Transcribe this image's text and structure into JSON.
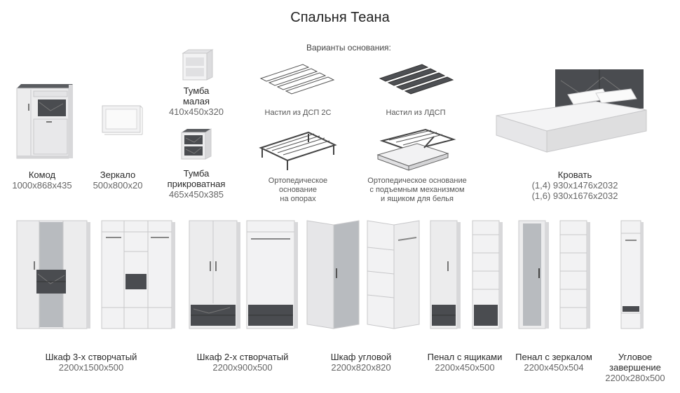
{
  "title": "Спальня Теана",
  "base_variants_heading": "Варианты основания:",
  "top_items": [
    {
      "name": "Комод",
      "dims": "1000x868x435"
    },
    {
      "name": "Зеркало",
      "dims": "500x800x20"
    },
    {
      "name": "Тумба малая",
      "name_l1": "Тумба",
      "name_l2": "малая",
      "dims": "410x450x320"
    },
    {
      "name": "Тумба прикроватная",
      "name_l1": "Тумба",
      "name_l2": "прикроватная",
      "dims": "465x450x385"
    },
    {
      "name": "Кровать",
      "dims_1": "(1,4) 930x1476x2032",
      "dims_2": "(1,6) 930x1676x2032"
    }
  ],
  "bases": [
    {
      "label": "Настил из ДСП 2С"
    },
    {
      "label": "Настил из ЛДСП"
    },
    {
      "l1": "Ортопедическое",
      "l2": "основание",
      "l3": "на опорах"
    },
    {
      "l1": "Ортопедическое основание",
      "l2": "с подъемным механизмом",
      "l3": "и ящиком для белья"
    }
  ],
  "bottom_items": [
    {
      "name": "Шкаф 3-х створчатый",
      "dims": "2200x1500x500"
    },
    {
      "name": "Шкаф 2-х створчатый",
      "dims": "2200x900x500"
    },
    {
      "name": "Шкаф угловой",
      "dims": "2200x820x820"
    },
    {
      "name": "Пенал с ящиками",
      "dims": "2200x450x500"
    },
    {
      "name": "Пенал с зеркалом",
      "dims": "2200x450x504"
    },
    {
      "name": "Угловое завершение",
      "name_l1": "Угловое",
      "name_l2": "завершение",
      "dims": "2200x280x500"
    }
  ],
  "colors": {
    "board": "#e9e9ea",
    "edge": "#c9c9cb",
    "stone": "#4a4c50",
    "mirror": "#b8bbbf",
    "line": "#9a9a9a"
  }
}
